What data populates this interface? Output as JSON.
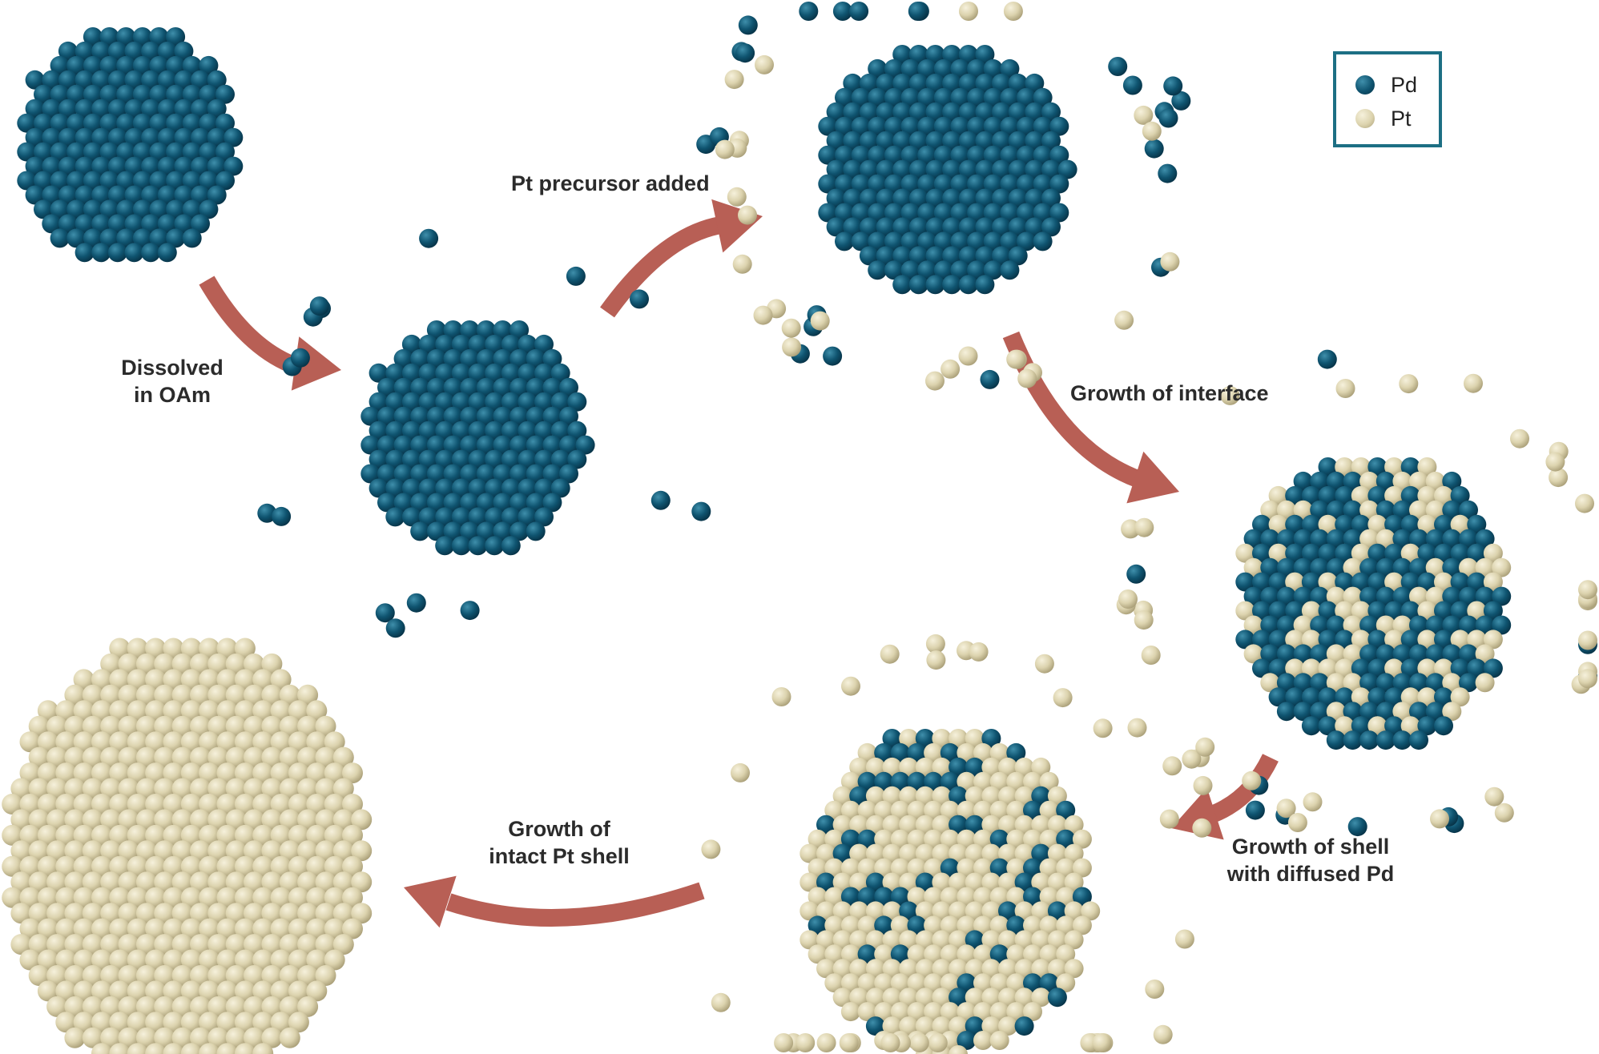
{
  "colors": {
    "pd": "#0f5470",
    "pd_light": "#3f8fab",
    "pd_dark": "#073246",
    "pt": "#dcd3ae",
    "pt_light": "#f6f1dc",
    "pt_dark": "#a99e77",
    "arrow": "#b85f55",
    "legend_border": "#1d6f84"
  },
  "legend": {
    "items": [
      {
        "label": "Pd",
        "element": "pd"
      },
      {
        "label": "Pt",
        "element": "pt"
      }
    ]
  },
  "steps": [
    {
      "id": "dissolved",
      "lines": [
        "Dissolved",
        "in OAm"
      ]
    },
    {
      "id": "pt-precursor",
      "lines": [
        "Pt precursor added"
      ]
    },
    {
      "id": "interface",
      "lines": [
        "Growth of interface"
      ]
    },
    {
      "id": "shell-diffused",
      "lines": [
        "Growth of shell",
        "with diffused Pd"
      ]
    },
    {
      "id": "intact-shell",
      "lines": [
        "Growth of",
        "intact Pt shell"
      ]
    }
  ],
  "particles": [
    {
      "id": "initial-pd-nanoparticle",
      "composition": "Pd core",
      "pt_fraction": 0,
      "loose_pd_atoms": 0,
      "loose_pt_atoms": 0
    },
    {
      "id": "dissolved-pd-nanoparticle",
      "composition": "Pd core",
      "pt_fraction": 0,
      "loose_pd_atoms": 16,
      "loose_pt_atoms": 0
    },
    {
      "id": "pd-with-pt-precursor",
      "composition": "Pd core",
      "pt_fraction": 0,
      "loose_pd_atoms": 24,
      "loose_pt_atoms": 26
    },
    {
      "id": "pd-pt-interface-particle",
      "composition": "Pd/Pt interface",
      "pt_fraction": 0.35,
      "loose_pd_atoms": 10,
      "loose_pt_atoms": 34
    },
    {
      "id": "pt-shell-with-diffused-pd",
      "composition": "Pt shell with Pd",
      "pt_fraction": 0.85,
      "loose_pd_atoms": 0,
      "loose_pt_atoms": 36
    },
    {
      "id": "intact-pt-shell-particle",
      "composition": "Pt shell",
      "pt_fraction": 1,
      "loose_pd_atoms": 0,
      "loose_pt_atoms": 0
    }
  ]
}
